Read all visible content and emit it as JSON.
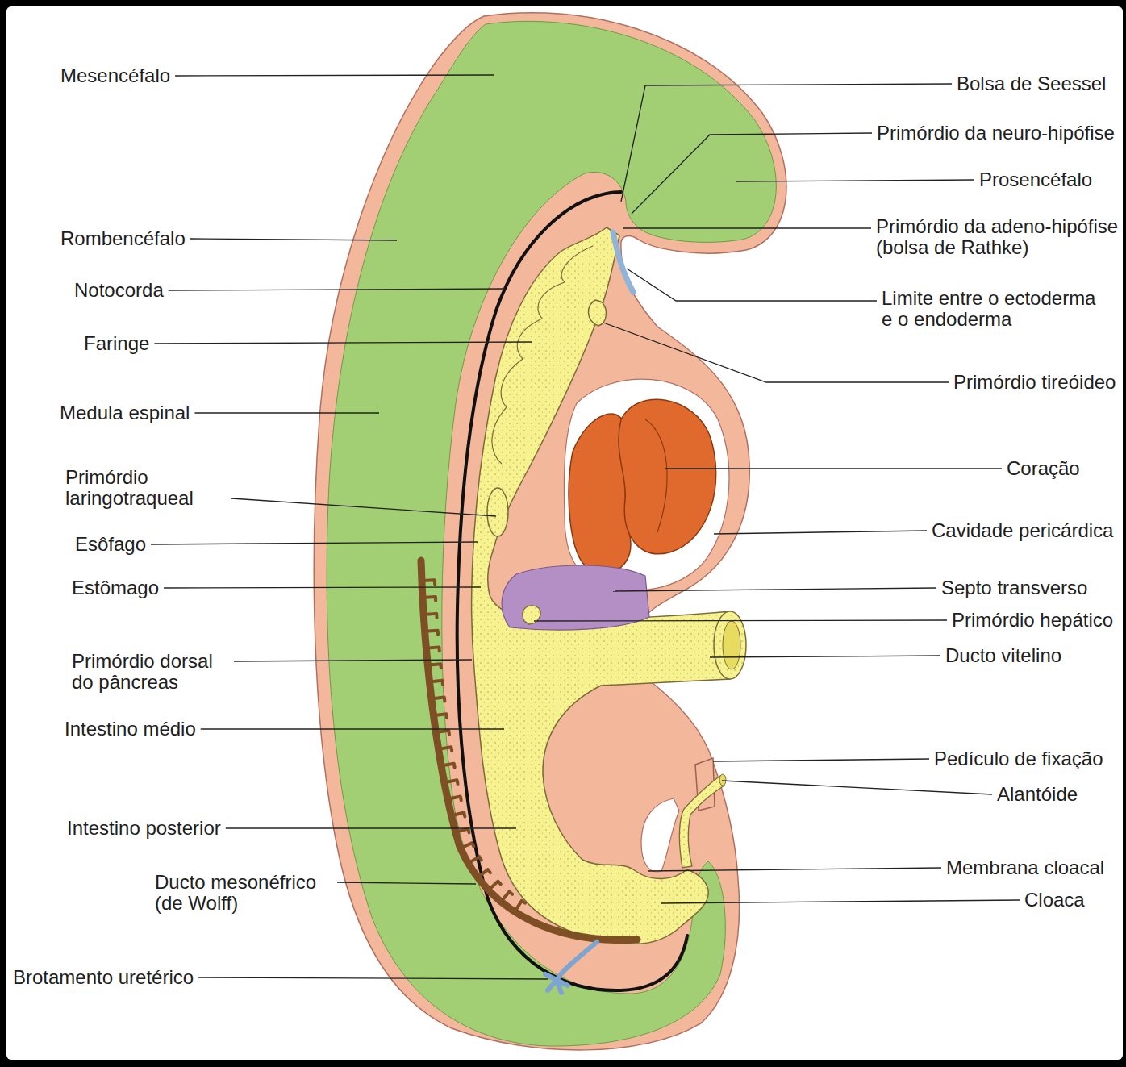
{
  "diagram": {
    "labels": [
      "Mesencéfalo",
      "Rombencéfalo",
      "Notocorda",
      "Faringe",
      "Medula espinal",
      "Primórdio laringotraqueal",
      "Esôfago",
      "Estômago",
      "Primórdio dorsal do pâncreas",
      "Intestino médio",
      "Intestino posterior",
      "Ducto mesonéfrico (de Wolff)",
      "Brotamento uretérico",
      "Bolsa de Seessel",
      "Primórdio da neuro-hipófise",
      "Prosencéfalo",
      "Primórdio da adeno-hipófise (bolsa de Rathke)",
      "Limite entre o ectoderma e o endoderma",
      "Primórdio tireóideo",
      "Coração",
      "Cavidade pericárdica",
      "Septo transverso",
      "Primórdio hepático",
      "Ducto vitelino",
      "Pedículo de fixação",
      "Alantóide",
      "Membrana cloacal",
      "Cloaca"
    ]
  }
}
